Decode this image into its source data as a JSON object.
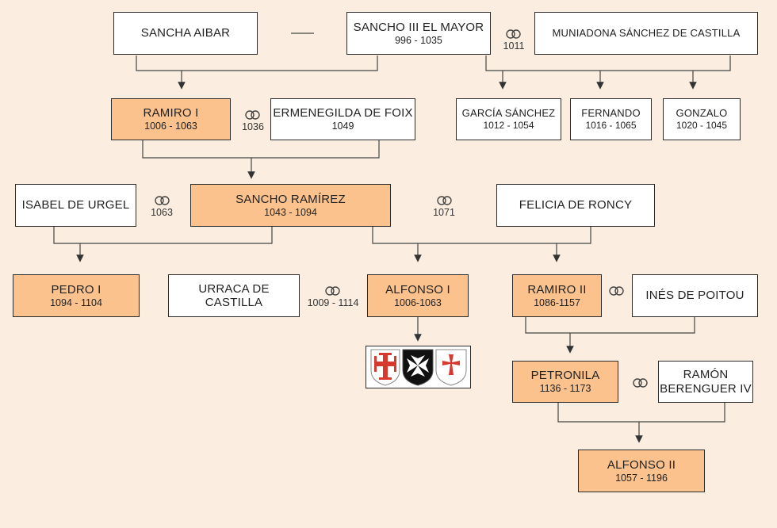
{
  "colors": {
    "highlight": "#fbc28e",
    "background": "#fbeee0",
    "line": "#333333"
  },
  "nodes": {
    "sancha_aibar": {
      "name": "SANCHA AIBAR",
      "dates": ""
    },
    "sancho_iii": {
      "name": "SANCHO III EL MAYOR",
      "dates": "996 - 1035"
    },
    "muniadona": {
      "name": "MUNIADONA SÁNCHEZ DE CASTILLA",
      "dates": ""
    },
    "ramiro_i": {
      "name": "RAMIRO I",
      "dates": "1006 - 1063"
    },
    "ermenegilda": {
      "name": "ERMENEGILDA DE FOIX",
      "dates": "1049"
    },
    "garcia": {
      "name": "GARCÍA SÁNCHEZ",
      "dates": "1012 - 1054"
    },
    "fernando": {
      "name": "FERNANDO",
      "dates": "1016 - 1065"
    },
    "gonzalo": {
      "name": "GONZALO",
      "dates": "1020 - 1045"
    },
    "isabel": {
      "name": "ISABEL DE URGEL",
      "dates": ""
    },
    "sancho_ramirez": {
      "name": "SANCHO RAMÍREZ",
      "dates": "1043 - 1094"
    },
    "felicia": {
      "name": "FELICIA DE RONCY",
      "dates": ""
    },
    "pedro_i": {
      "name": "PEDRO I",
      "dates": "1094 - 1104"
    },
    "urraca": {
      "name": "URRACA DE CASTILLA",
      "dates": ""
    },
    "alfonso_i": {
      "name": "ALFONSO I",
      "dates": "1006-1063"
    },
    "ramiro_ii": {
      "name": "RAMIRO II",
      "dates": "1086-1157"
    },
    "ines": {
      "name": "INÉS DE POITOU",
      "dates": ""
    },
    "petronila": {
      "name": "PETRONILA",
      "dates": "1136 - 1173"
    },
    "ramon_1": {
      "name": "RAMÓN",
      "dates": ""
    },
    "ramon_2": {
      "name": "BERENGUER IV",
      "dates": ""
    },
    "alfonso_ii": {
      "name": "ALFONSO II",
      "dates": "1057 - 1196"
    }
  },
  "marriages": {
    "sancho_muniadona": "1011",
    "ramiro_ermenegilda": "1036",
    "sancho_isabel": "1063",
    "sancho_felicia": "1071",
    "alfonso_urraca": "1009 - 1114",
    "ramiro_ines": "",
    "petronila_ramon": ""
  },
  "icons": {
    "marriage": "interlocked-rings-icon",
    "crosses": [
      "jerusalem-cross-icon",
      "maltese-cross-icon",
      "templar-cross-icon"
    ]
  },
  "cross_colors": {
    "red": "#d63a2e",
    "black": "#111111"
  }
}
